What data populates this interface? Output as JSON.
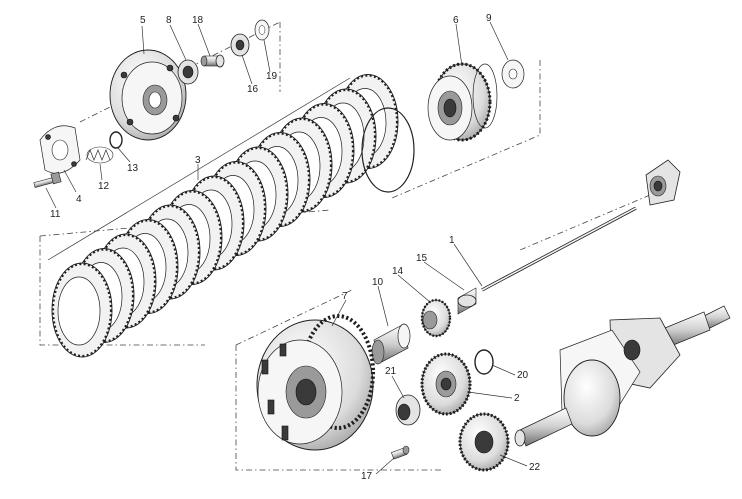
{
  "diagram": {
    "callouts": [
      {
        "id": "c1",
        "text": "1"
      },
      {
        "id": "c2",
        "text": "2"
      },
      {
        "id": "c3",
        "text": "3"
      },
      {
        "id": "c4",
        "text": "4"
      },
      {
        "id": "c5",
        "text": "5"
      },
      {
        "id": "c6",
        "text": "6"
      },
      {
        "id": "c7",
        "text": "7"
      },
      {
        "id": "c8",
        "text": "8"
      },
      {
        "id": "c9",
        "text": "9"
      },
      {
        "id": "c10",
        "text": "10"
      },
      {
        "id": "c11",
        "text": "11"
      },
      {
        "id": "c12",
        "text": "12"
      },
      {
        "id": "c13",
        "text": "13"
      },
      {
        "id": "c14",
        "text": "14"
      },
      {
        "id": "c15",
        "text": "15"
      },
      {
        "id": "c16",
        "text": "16"
      },
      {
        "id": "c17",
        "text": "17"
      },
      {
        "id": "c18",
        "text": "18"
      },
      {
        "id": "c19",
        "text": "19"
      },
      {
        "id": "c20",
        "text": "20"
      },
      {
        "id": "c21",
        "text": "21"
      },
      {
        "id": "c22",
        "text": "22"
      }
    ]
  }
}
